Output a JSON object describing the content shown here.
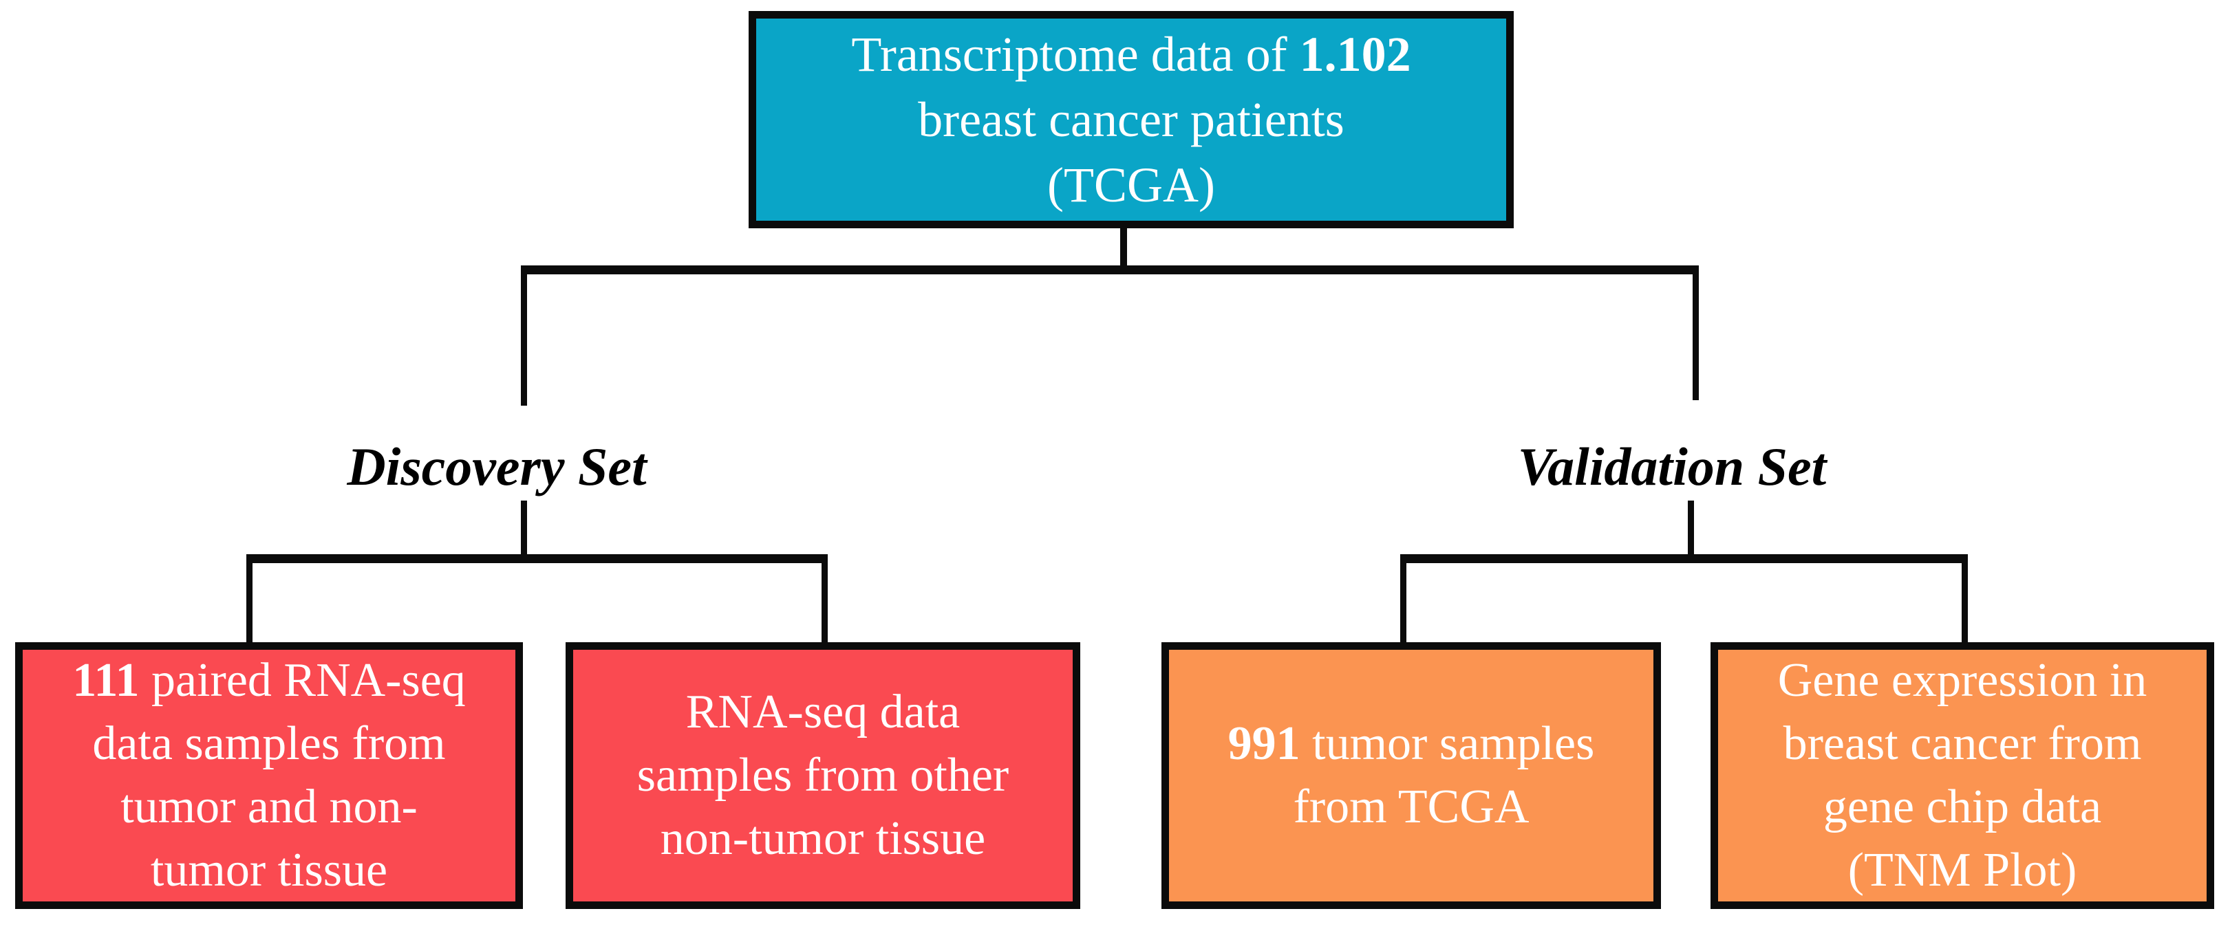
{
  "colors": {
    "root_fill": "#0aa5c7",
    "discovery_fill": "#fa4a51",
    "validation_fill": "#fb9451",
    "border": "#0b0b0b",
    "text_on_box": "#ffffff",
    "label_text": "#000000",
    "page_bg": "#ffffff"
  },
  "root_box": {
    "line1_normal": "Transcriptome data of ",
    "line1_bold": "1.102",
    "line2": "breast cancer patients",
    "line3": "(TCGA)"
  },
  "branch_labels": {
    "discovery": "Discovery Set",
    "validation": "Validation Set"
  },
  "leaf_boxes": {
    "discovery_1": {
      "line1_bold": "111",
      "line1_rest": " paired RNA-seq",
      "line2": "data samples from",
      "line3": "tumor and non-",
      "line4": "tumor tissue"
    },
    "discovery_2": {
      "line1": "RNA-seq data",
      "line2": "samples from other",
      "line3": "non-tumor tissue"
    },
    "validation_1": {
      "line1_bold": "991",
      "line1_rest": " tumor samples",
      "line2": "from TCGA"
    },
    "validation_2": {
      "line1": "Gene expression in",
      "line2": "breast cancer from",
      "line3": "gene chip data",
      "line4": "(TNM Plot)"
    }
  }
}
